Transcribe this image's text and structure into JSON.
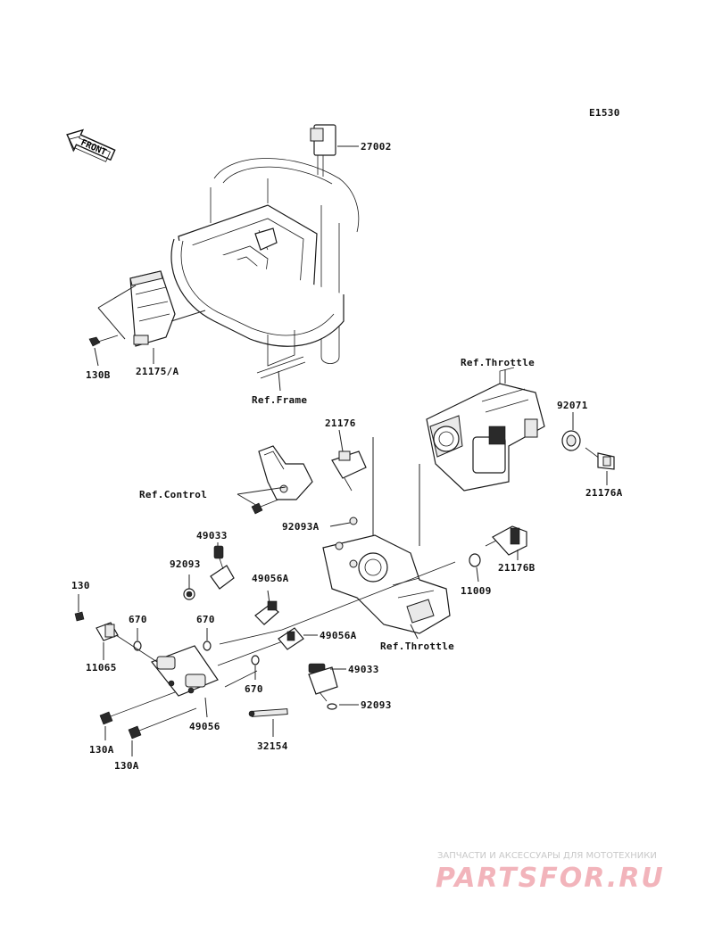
{
  "diagram_code": "E1530",
  "front_sign": "FRONT",
  "labels": {
    "l_27002": "27002",
    "l_130b": "130B",
    "l_21175a": "21175/A",
    "l_ref_frame": "Ref.Frame",
    "l_ref_throttle_top": "Ref.Throttle",
    "l_92071": "92071",
    "l_21176a": "21176A",
    "l_21176": "21176",
    "l_ref_control": "Ref.Control",
    "l_92093a": "92093A",
    "l_49033_top": "49033",
    "l_92093_top": "92093",
    "l_49056a_top": "49056A",
    "l_130": "130",
    "l_670_a": "670",
    "l_670_b": "670",
    "l_11065": "11065",
    "l_21176b": "21176B",
    "l_11009": "11009",
    "l_ref_throttle_bottom": "Ref.Throttle",
    "l_49056a_bottom": "49056A",
    "l_49033_bottom": "49033",
    "l_670_c": "670",
    "l_92093_bottom": "92093",
    "l_49056": "49056",
    "l_32154": "32154",
    "l_130a_1": "130A",
    "l_130a_2": "130A"
  },
  "watermark": {
    "tagline": "ЗАПЧАСТИ И АКСЕССУАРЫ ДЛЯ МОТОТЕХНИКИ",
    "brand": "PARTSFOR.RU"
  },
  "colors": {
    "line": "#1a1a1a",
    "watermark_brand": "#f2b4bb",
    "watermark_tagline": "#c8c8c8"
  }
}
